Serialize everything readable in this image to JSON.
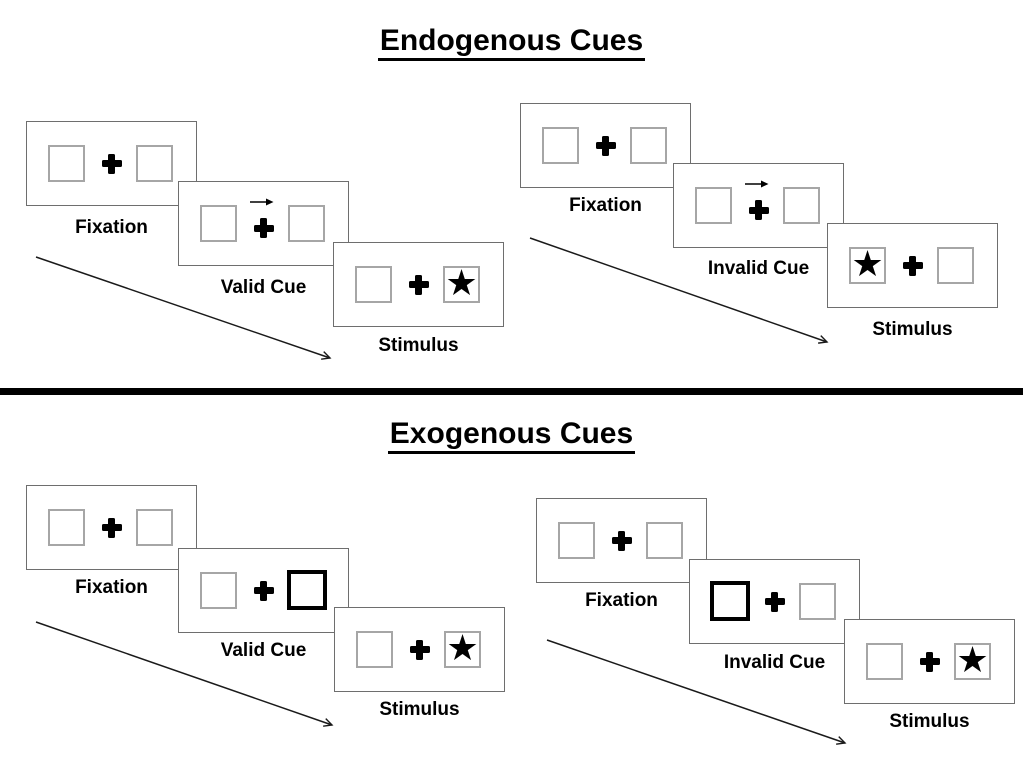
{
  "glyphs": {
    "star": "★"
  },
  "icons": {
    "fixation_cross": "plus-cross-icon",
    "cue_arrow": "arrow-right-icon",
    "time_arrow": "diagonal-arrow-down-right",
    "star": "filled-star-icon"
  },
  "colors": {
    "panel_border": "#6e6e6e",
    "box_border": "#a6a6a6",
    "cue_box_border": "#000000",
    "text": "#000000",
    "divider": "#000000"
  },
  "sections": [
    {
      "title": "Endogenous Cues",
      "trials": [
        {
          "name": "valid-trial",
          "steps": [
            {
              "label": "Fixation",
              "left_box": "empty",
              "right_box": "empty",
              "cue": "none"
            },
            {
              "label": "Valid Cue",
              "left_box": "empty",
              "right_box": "empty",
              "cue": "central-arrow-right"
            },
            {
              "label": "Stimulus",
              "left_box": "empty",
              "right_box": "star",
              "cue": "none"
            }
          ]
        },
        {
          "name": "invalid-trial",
          "steps": [
            {
              "label": "Fixation",
              "left_box": "empty",
              "right_box": "empty",
              "cue": "none"
            },
            {
              "label": "Invalid Cue",
              "left_box": "empty",
              "right_box": "empty",
              "cue": "central-arrow-right"
            },
            {
              "label": "Stimulus",
              "left_box": "star",
              "right_box": "empty",
              "cue": "none"
            }
          ]
        }
      ]
    },
    {
      "title": "Exogenous Cues",
      "trials": [
        {
          "name": "valid-trial",
          "steps": [
            {
              "label": "Fixation",
              "left_box": "empty",
              "right_box": "empty",
              "cue": "none"
            },
            {
              "label": "Valid Cue",
              "left_box": "empty",
              "right_box": "highlighted",
              "cue": "peripheral-right"
            },
            {
              "label": "Stimulus",
              "left_box": "empty",
              "right_box": "star",
              "cue": "none"
            }
          ]
        },
        {
          "name": "invalid-trial",
          "steps": [
            {
              "label": "Fixation",
              "left_box": "empty",
              "right_box": "empty",
              "cue": "none"
            },
            {
              "label": "Invalid Cue",
              "left_box": "highlighted",
              "right_box": "empty",
              "cue": "peripheral-left"
            },
            {
              "label": "Stimulus",
              "left_box": "empty",
              "right_box": "star",
              "cue": "none"
            }
          ]
        }
      ]
    }
  ]
}
